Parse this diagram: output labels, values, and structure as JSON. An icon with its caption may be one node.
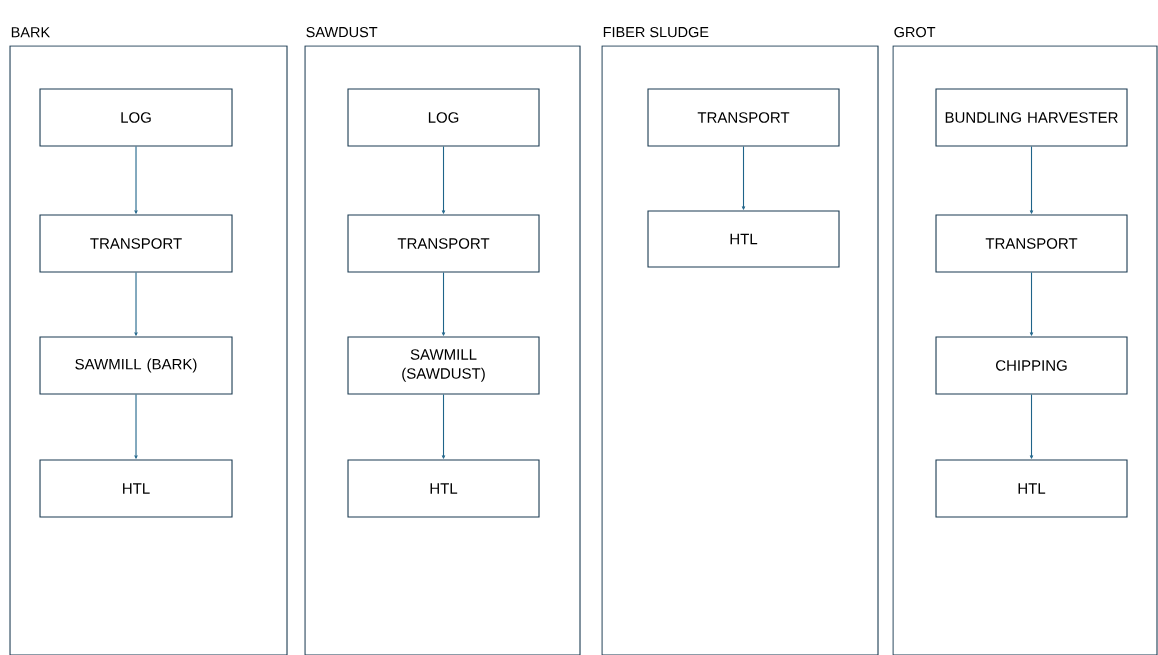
{
  "diagram": {
    "nodes": [
      {
        "text": [
          "BARK"
        ]
      },
      {
        "text": [
          "LOG"
        ],
        "in": 0
      },
      {
        "text": [
          "TRANSPORT"
        ],
        "in": 0
      },
      {
        "text": [
          "SAWMILL (BARK)"
        ],
        "in": 0
      },
      {
        "text": [
          "HTL"
        ],
        "in": 0
      },
      {
        "text": [
          "SAWDUST"
        ]
      },
      {
        "text": [
          "LOG"
        ],
        "in": 5
      },
      {
        "text": [
          "TRANSPORT"
        ],
        "in": 5
      },
      {
        "text": [
          "SAWMILL (SAWDUST)"
        ],
        "in": 5
      },
      {
        "text": [
          "HTL"
        ],
        "in": 5
      },
      {
        "text": [
          "FIBER SLUDGE"
        ]
      },
      {
        "text": [
          "TRANSPORT"
        ],
        "in": 10
      },
      {
        "text": [
          "HTL"
        ],
        "in": 10
      },
      {
        "text": [
          "GROT"
        ]
      },
      {
        "text": [
          "BUNDLING HARVESTER"
        ],
        "in": 13
      },
      {
        "text": [
          "TRANSPORT"
        ],
        "in": 13
      },
      {
        "text": [
          "CHIPPING"
        ],
        "in": 13
      },
      {
        "text": [
          "HTL"
        ],
        "in": 13
      }
    ],
    "edges": [
      {
        "from": 1,
        "to": 2,
        "arrow": "to"
      },
      {
        "from": 2,
        "to": 3,
        "arrow": "to"
      },
      {
        "from": 3,
        "to": 4,
        "arrow": "to"
      },
      {
        "from": 6,
        "to": 7,
        "arrow": "to"
      },
      {
        "from": 7,
        "to": 8,
        "arrow": "to"
      },
      {
        "from": 8,
        "to": 9,
        "arrow": "to"
      },
      {
        "from": 11,
        "to": 12,
        "arrow": "to"
      },
      {
        "from": 14,
        "to": 15,
        "arrow": "to"
      },
      {
        "from": 15,
        "to": 16,
        "arrow": "to"
      },
      {
        "from": 16,
        "to": 17,
        "arrow": "to"
      }
    ]
  }
}
